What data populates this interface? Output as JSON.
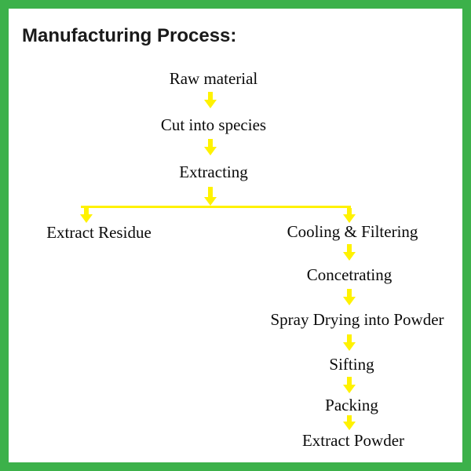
{
  "title": "Manufacturing Process:",
  "colors": {
    "border": "#3cb14a",
    "arrow": "#fff200",
    "title_text": "#1a1a1a",
    "body_text": "#0a0a0a",
    "background": "#ffffff"
  },
  "flowchart": {
    "main_steps": [
      "Raw material",
      "Cut into species",
      "Extracting"
    ],
    "left_branch_label": "Extract Residue",
    "right_branch_steps": [
      "Cooling & Filtering",
      "Concetrating",
      "Spray Drying into Powder",
      "Sifting",
      "Packing",
      "Extract Powder"
    ]
  }
}
